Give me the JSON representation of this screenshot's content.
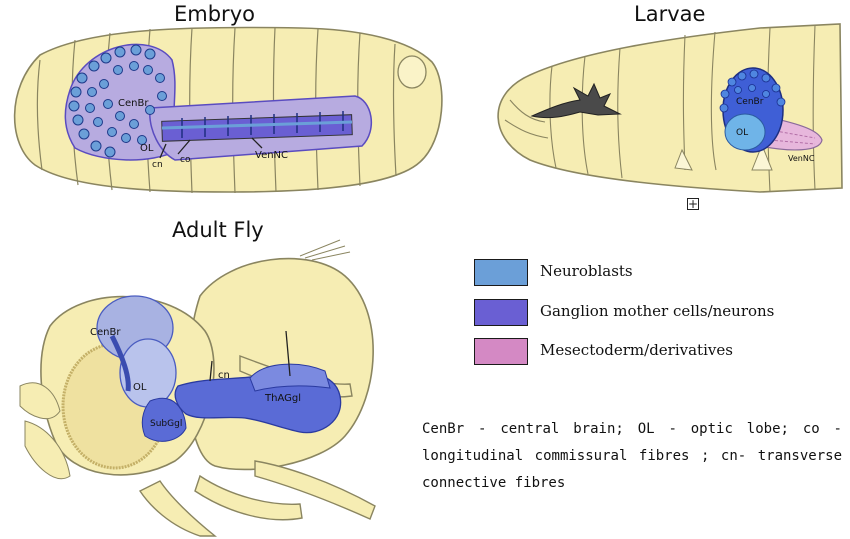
{
  "panels": {
    "embryo": {
      "title": "Embryo",
      "labels": {
        "cenbr": "CenBr",
        "ol": "OL",
        "co": "co",
        "cn": "cn",
        "vennc": "VenNC"
      }
    },
    "larvae": {
      "title": "Larvae",
      "labels": {
        "cenbr": "CenBr",
        "ol": "OL",
        "vennc": "VenNC"
      }
    },
    "adult": {
      "title": "Adult Fly",
      "labels": {
        "cenbr": "CenBr",
        "ol": "OL",
        "cn": "cn",
        "subgl": "SubGgl",
        "thagl": "ThAGgl"
      }
    }
  },
  "legend": [
    {
      "label": "Neuroblasts",
      "color": "#6b9fd8"
    },
    {
      "label": "Ganglion mother cells/neurons",
      "color": "#6a5fd3"
    },
    {
      "label": "Mesectoderm/derivatives",
      "color": "#d489c4"
    }
  ],
  "caption": "CenBr - central brain; OL - optic lobe; co - longitudinal commissural fibres ; cn- transverse connective fibres",
  "colors": {
    "body": "#f6edb3",
    "outline": "#8a8560"
  }
}
